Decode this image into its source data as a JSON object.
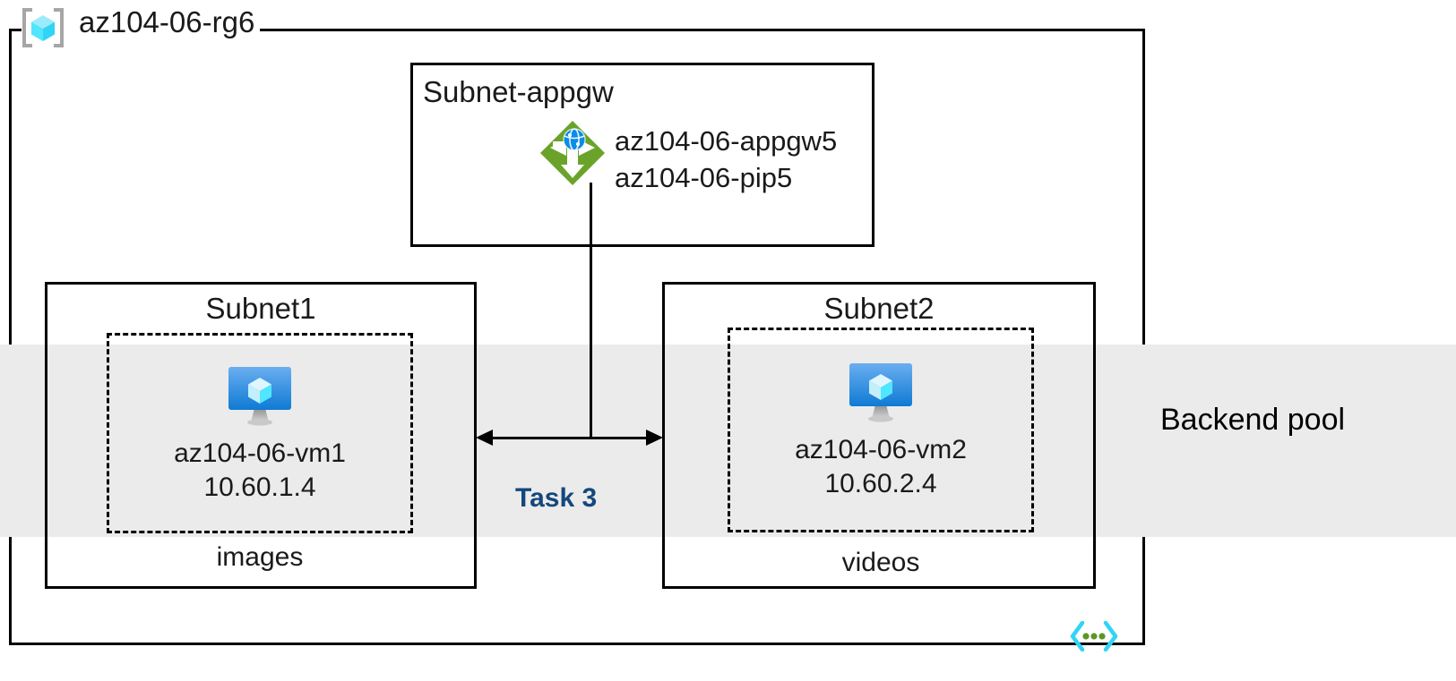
{
  "diagram": {
    "title": "az104-06-rg6",
    "resource_group": {
      "name": "az104-06-rg6",
      "icon": "resource-group-icon"
    },
    "backend_pool": {
      "label": "Backend pool",
      "band_color": "#ebebeb"
    },
    "task": {
      "label": "Task 3",
      "color": "#14477d"
    },
    "subnets": [
      {
        "name": "Subnet-appgw",
        "resources": [
          {
            "name": "az104-06-appgw5",
            "icon": "application-gateway-icon"
          },
          {
            "name": "az104-06-pip5",
            "icon": "public-ip-icon"
          }
        ]
      },
      {
        "name": "Subnet1",
        "footer": "images",
        "vm": {
          "name": "az104-06-vm1",
          "ip": "10.60.1.4",
          "icon": "virtual-machine-icon"
        }
      },
      {
        "name": "Subnet2",
        "footer": "videos",
        "vm": {
          "name": "az104-06-vm2",
          "ip": "10.60.2.4",
          "icon": "virtual-machine-icon"
        }
      }
    ],
    "vnet": {
      "icon": "virtual-network-icon"
    },
    "colors": {
      "appgw_green": "#6ba32a",
      "appgw_globe_blue": "#0b8ce9",
      "vm_blue": "#0f7ad4",
      "vm_cube_cyan": "#9fe6fa",
      "rg_cube_cyan": "#32d4f5",
      "rg_bracket_gray": "#a6a6a6",
      "vnet_cyan": "#32d4f5",
      "vnet_green": "#5e9624",
      "border_black": "#000000",
      "band_gray": "#ebebeb",
      "task_blue": "#14477d"
    }
  }
}
